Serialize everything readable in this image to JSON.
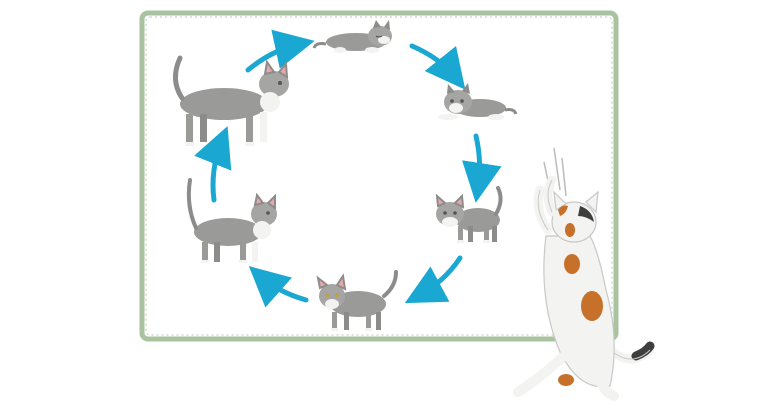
{
  "diagram": {
    "type": "cycle",
    "stage_count": 6,
    "stages": [
      {
        "name": "newborn-kitten-sleeping"
      },
      {
        "name": "young-kitten-lying"
      },
      {
        "name": "kitten-standing"
      },
      {
        "name": "juvenile-cat-standing"
      },
      {
        "name": "adolescent-cat-standing"
      },
      {
        "name": "adult-cat-walking"
      }
    ],
    "arrow_direction": "clockwise"
  },
  "colors": {
    "frame": "#a9c2a0",
    "arrow": "#1aa8d2",
    "cat_gray": "#9a9a98",
    "cat_dark": "#6f6f6d",
    "cat_white": "#f3f3f1",
    "ear_pink": "#e8a7ac",
    "calico_orange": "#c6702a",
    "calico_black": "#3e3e3e"
  },
  "decoration": {
    "name": "calico-cat-scratching-frame",
    "icon": "cat-scratching-icon"
  }
}
